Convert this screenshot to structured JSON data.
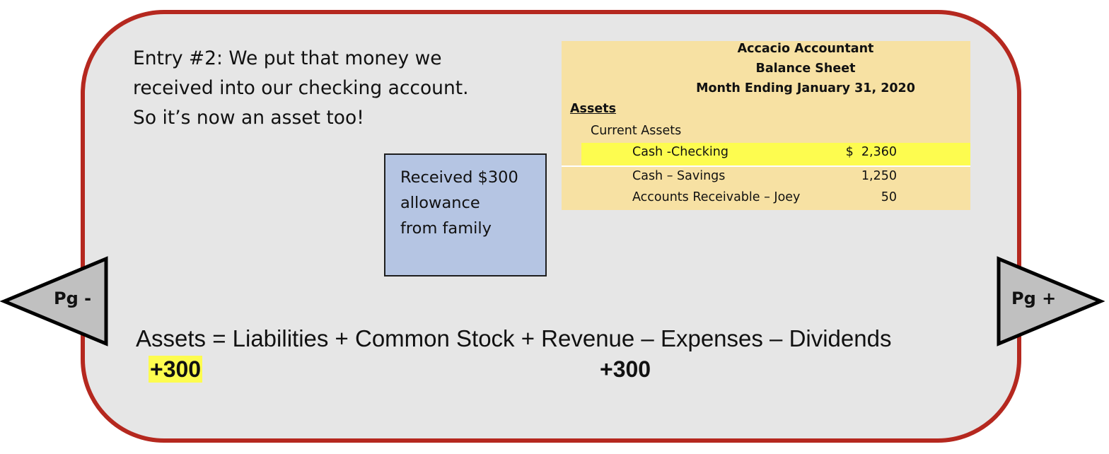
{
  "intro": {
    "lines": [
      "Entry #2: We put that money we",
      "received into our checking account.",
      "So it’s now an asset too!"
    ]
  },
  "note": {
    "lines": [
      "Received $300",
      "allowance",
      "from family"
    ]
  },
  "balance_sheet": {
    "company": "Accacio Accountant",
    "title": "Balance Sheet",
    "period": "Month Ending January 31, 2020",
    "section": "Assets",
    "subsection": "Current Assets",
    "rows": [
      {
        "label": "Cash -Checking",
        "value": "$  2,360",
        "highlighted": true
      },
      {
        "label": "Cash – Savings",
        "value": "1,250",
        "highlighted": false
      },
      {
        "label": "Accounts Receivable – Joey",
        "value": "50",
        "highlighted": false
      }
    ],
    "highlight_color": "#fdfc4f",
    "background_color": "#f7e1a3"
  },
  "navigation": {
    "prev_label": "Pg -",
    "next_label": "Pg +"
  },
  "equation": {
    "text": "Assets = Liabilities + Common Stock + Revenue – Expenses – Dividends",
    "assets_change": "+300",
    "revenue_change": "+300"
  },
  "colors": {
    "panel_border": "#b5281f",
    "panel_fill": "#e6e6e6",
    "note_fill": "#b5c5e3",
    "arrow_fill": "#c0c0c0"
  }
}
